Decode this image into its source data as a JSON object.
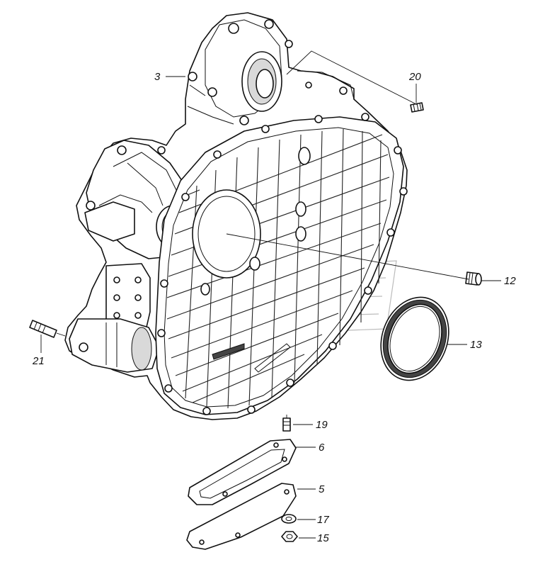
{
  "diagram": {
    "callouts": [
      {
        "id": "label-3",
        "text": "3"
      },
      {
        "id": "label-20",
        "text": "20"
      },
      {
        "id": "label-12",
        "text": "12"
      },
      {
        "id": "label-13",
        "text": "13"
      },
      {
        "id": "label-21",
        "text": "21"
      },
      {
        "id": "label-19",
        "text": "19"
      },
      {
        "id": "label-6",
        "text": "6"
      },
      {
        "id": "label-5",
        "text": "5"
      },
      {
        "id": "label-17",
        "text": "17"
      },
      {
        "id": "label-15",
        "text": "15"
      }
    ]
  }
}
